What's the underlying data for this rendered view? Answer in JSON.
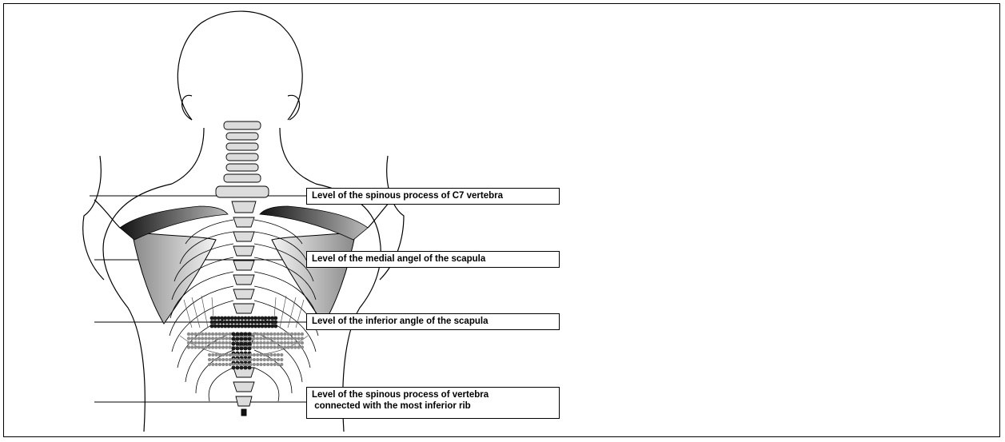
{
  "labels": [
    {
      "text": "Level of the spinous process of C7 vertebra"
    },
    {
      "text": "Level of the medial angel of the scapula"
    },
    {
      "text": "Level of the inferior angle of the scapula"
    },
    {
      "line1": "Level of the spinous process of vertebra",
      "line2": " connected with the most inferior rib"
    }
  ],
  "colors": {
    "line": "#000000",
    "bone": "#d9d9d9",
    "dark_bone": "#333333",
    "dots_dark": "#1a1a1a",
    "dots_gray": "#8c8c8c"
  }
}
